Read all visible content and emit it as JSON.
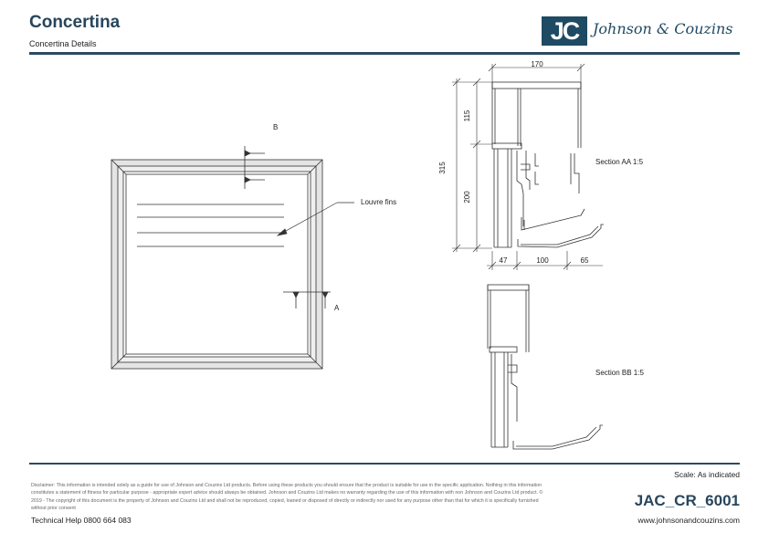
{
  "header": {
    "title": "Concertina",
    "subtitle": "Concertina Details",
    "logo_mark": "JC",
    "logo_text": "Johnson & Couzins"
  },
  "drawing": {
    "label_b": "B",
    "label_a": "A",
    "louvre_label": "Louvre fins",
    "section_aa": "Section AA 1:5",
    "section_bb": "Section BB 1:5",
    "dim_170": "170",
    "dim_115": "115",
    "dim_315": "315",
    "dim_200": "200",
    "dim_47": "47",
    "dim_100": "100",
    "dim_65": "65"
  },
  "footer": {
    "disclaimer": "Disclaimer: This information is intended solely as a guide for use of Johnson and Couzins Ltd products. Before using these products you should ensure that the product is suitable for use in the specific application. Nothing in this information constitutes a statement of fitness for particular purpose - appropriate expert advice should always be obtained. Johnson and Couzins Ltd makes no warranty regarding the use of this information with non Johnson and Couzins Ltd product. © 2019 - The copyright of this document is the property of Johnson and Couzins Ltd and shall not be reproduced, copied, loaned or disposed of directly or indirectly nor used for any purpose other than that for which it is specifically furnished without prior consent",
    "technical_help": "Technical Help 0800 664 083",
    "scale": "Scale: As indicated",
    "drawing_code": "JAC_CR_6001",
    "website": "www.johnsonandcouzins.com"
  },
  "colors": {
    "brand": "#27465c",
    "line": "#2b4b5f"
  }
}
